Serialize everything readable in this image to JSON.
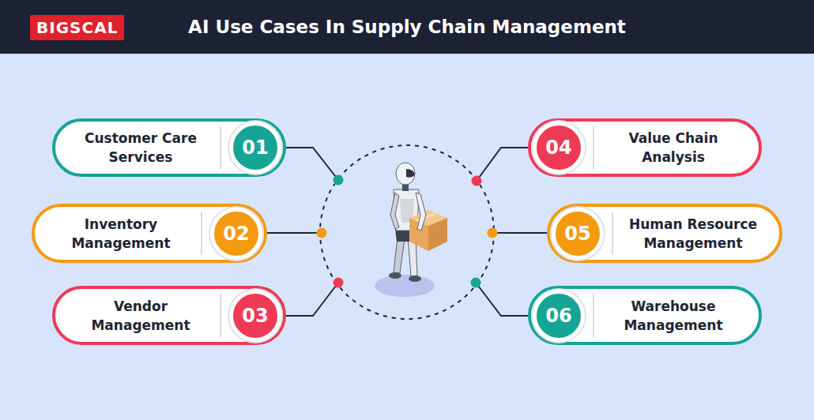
{
  "diagram": {
    "title": "AI Use Cases In Supply Chain Management",
    "nodes": [
      {
        "text": [
          "Customer Care Services"
        ]
      },
      {
        "text": [
          "01"
        ],
        "in": 0
      },
      {
        "text": [
          "Inventory Management"
        ]
      },
      {
        "text": [
          "02"
        ],
        "in": 2
      },
      {
        "text": [
          "Vendor Management"
        ]
      },
      {
        "text": [
          "03"
        ],
        "in": 4
      },
      {
        "text": [
          "Value Chain Analysis"
        ]
      },
      {
        "text": [
          "04"
        ],
        "in": 6
      },
      {
        "text": [
          "Human Resource Management"
        ]
      },
      {
        "text": [
          "05"
        ],
        "in": 8
      },
      {
        "text": [
          "Warehouse Management"
        ]
      },
      {
        "text": [
          "06"
        ],
        "in": 10
      }
    ],
    "labels": [
      "BIGSCAL"
    ]
  }
}
